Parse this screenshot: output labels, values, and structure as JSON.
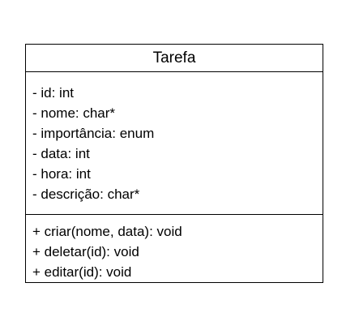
{
  "uml_class": {
    "name": "Tarefa",
    "attributes": [
      "- id: int",
      "- nome: char*",
      "- importância: enum",
      "- data: int",
      "- hora: int",
      "- descrição: char*"
    ],
    "operations": [
      "+ criar(nome, data): void",
      "+ deletar(id): void",
      "+ editar(id): void"
    ]
  }
}
